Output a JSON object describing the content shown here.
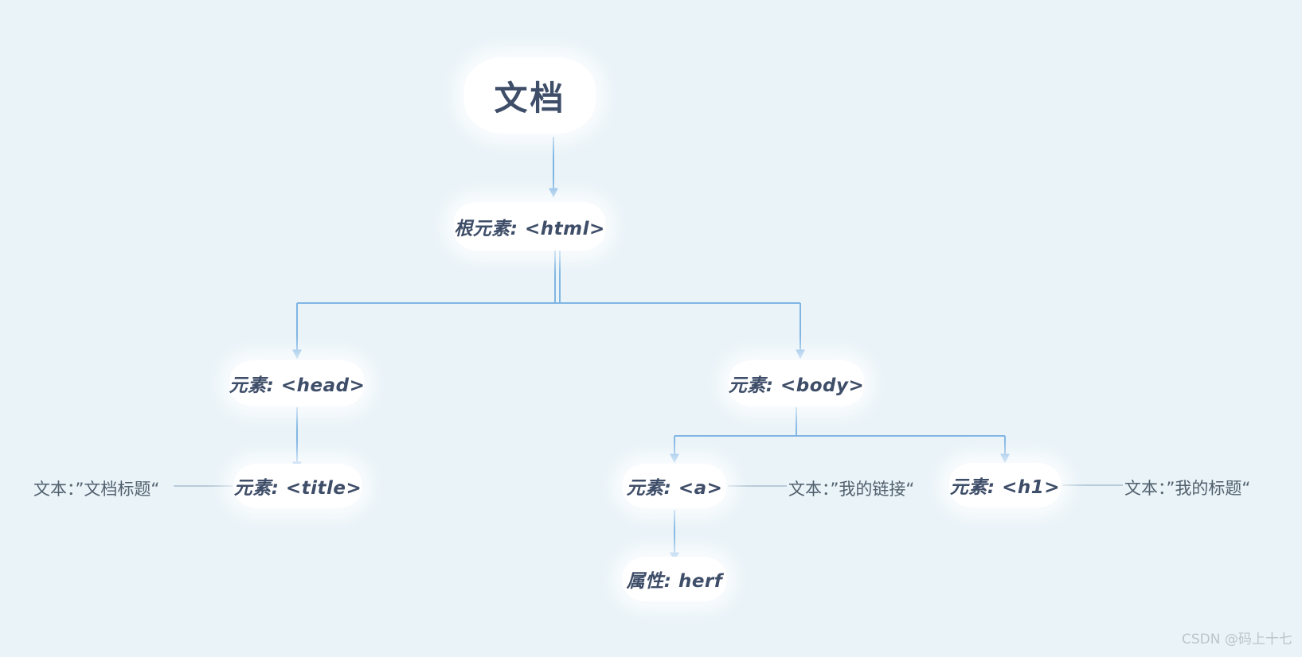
{
  "page": {
    "background_color": "#e9f3f8",
    "arrow_color": "#7fb5e3",
    "label_line_color": "#a9bfce",
    "node_text_color": "#3e4d68"
  },
  "tree": {
    "root": {
      "label": "文档"
    },
    "html": {
      "label": "根元素: <html>"
    },
    "head": {
      "label": "元素: <head>"
    },
    "body": {
      "label": "元素: <body>"
    },
    "title": {
      "label": "元素: <title>"
    },
    "a": {
      "label": "元素: <a>"
    },
    "h1": {
      "label": "元素: <h1>"
    },
    "href_attr": {
      "label": "属性: herf"
    },
    "text_labels": {
      "title_text": "文本：”文档标题“",
      "a_text": "文本：”我的链接“",
      "h1_text": "文本：”我的标题“"
    }
  },
  "watermark": {
    "text": "CSDN @码上十七"
  }
}
